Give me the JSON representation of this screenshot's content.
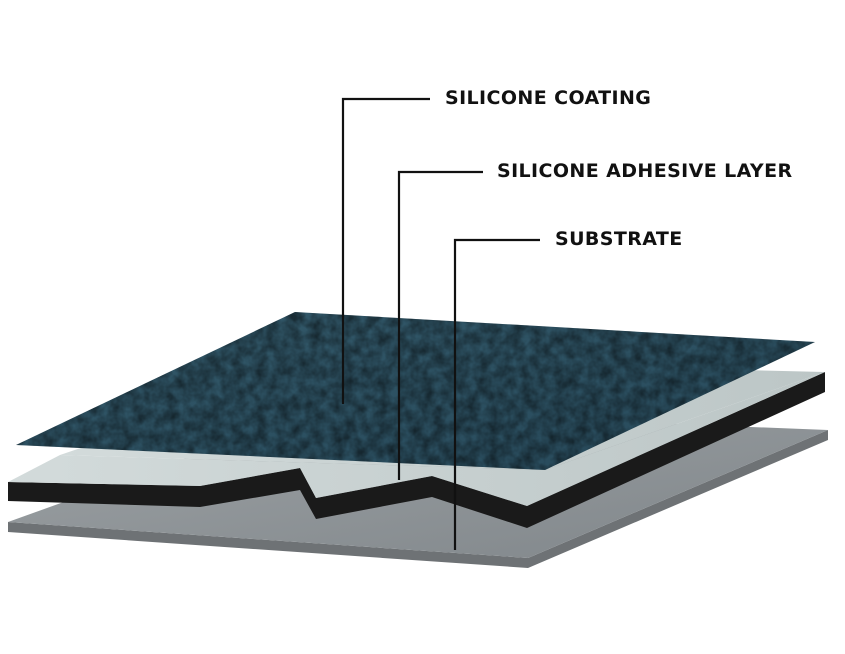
{
  "labels": {
    "coating": "SILICONE COATING",
    "adhesive": "SILICONE ADHESIVE LAYER",
    "substrate": "SUBSTRATE"
  },
  "colors": {
    "coating_top": "#2f5464",
    "coating_dark": "#1f3d4a",
    "adhesive_top": "#c6cfcf",
    "black_edge": "#1a1a1a",
    "substrate_top": "#8e9396",
    "substrate_edge": "#6e7275",
    "leader_line": "#111111"
  }
}
